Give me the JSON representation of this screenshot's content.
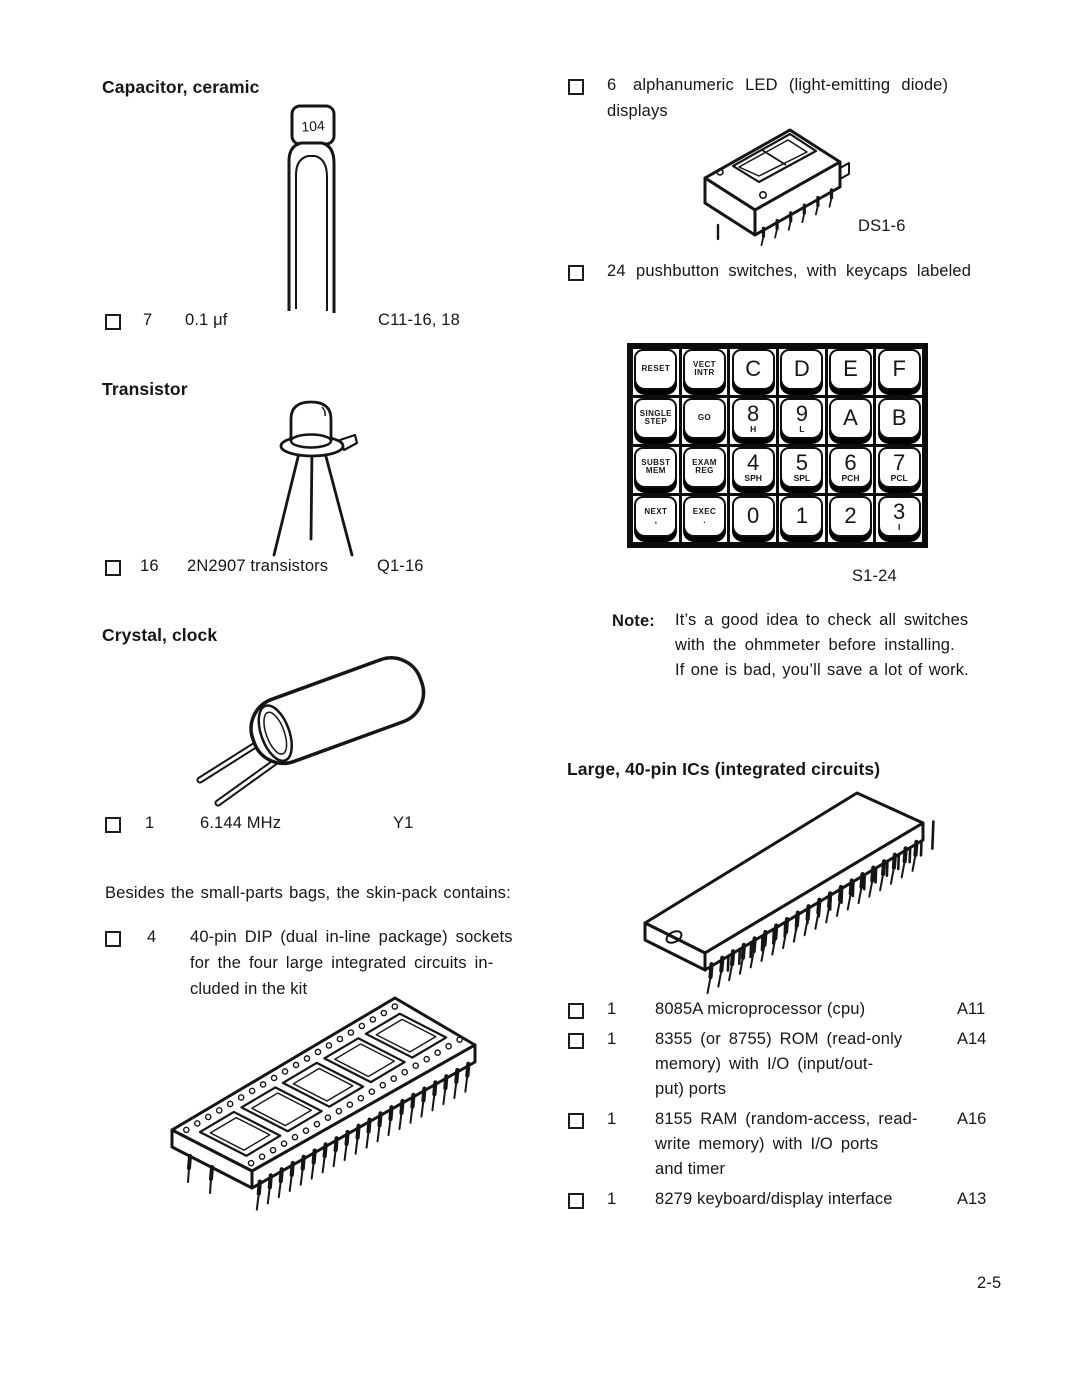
{
  "page_number": "2-5",
  "left_column": {
    "capacitor": {
      "heading": "Capacitor, ceramic",
      "marking": "104",
      "qty": "7",
      "desc": "0.1 μf",
      "ref": "C11-16, 18"
    },
    "transistor": {
      "heading": "Transistor",
      "qty": "16",
      "desc": "2N2907 transistors",
      "ref": "Q1-16"
    },
    "crystal": {
      "heading": "Crystal, clock",
      "qty": "1",
      "desc": "6.144 MHz",
      "ref": "Y1"
    },
    "skin_pack_intro": "Besides the small-parts bags, the skin-pack contains:",
    "dip_sockets": {
      "qty": "4",
      "lines": [
        "40-pin DIP (dual in-line package) sockets",
        "for the four large integrated circuits in-",
        "cluded in the kit"
      ]
    }
  },
  "right_column": {
    "led_displays": {
      "qty": "6",
      "lines": [
        "alphanumeric LED (light-emitting diode)",
        "displays"
      ],
      "ref_label": "DS1-6"
    },
    "pushbuttons": {
      "qty": "24",
      "desc": "pushbutton switches, with keycaps labeled",
      "ref_label": "S1-24"
    },
    "note": {
      "label": "Note:",
      "lines": [
        "It’s a good idea to check all switches",
        "with the ohmmeter before installing.",
        "If one is bad, you’ll save a lot of work."
      ]
    },
    "large_ics": {
      "heading": "Large, 40-pin ICs (integrated circuits)",
      "items": [
        {
          "qty": "1",
          "lines": [
            "8085A microprocessor (cpu)"
          ],
          "ref": "A11"
        },
        {
          "qty": "1",
          "lines": [
            "8355 (or 8755) ROM (read-only",
            "memory) with I/O (input/out-",
            "put) ports"
          ],
          "ref": "A14"
        },
        {
          "qty": "1",
          "lines": [
            "8155 RAM (random-access, read-",
            "write memory) with I/O ports",
            "and timer"
          ],
          "ref": "A16"
        },
        {
          "qty": "1",
          "lines": [
            "8279 keyboard/display interface"
          ],
          "ref": "A13"
        }
      ]
    }
  },
  "keypad": {
    "rows": [
      [
        {
          "small": [
            "RESET"
          ]
        },
        {
          "small": [
            "VECT",
            "INTR"
          ]
        },
        {
          "big": "C"
        },
        {
          "big": "D"
        },
        {
          "big": "E"
        },
        {
          "big": "F"
        }
      ],
      [
        {
          "small": [
            "SINGLE",
            "STEP"
          ]
        },
        {
          "small": [
            "GO"
          ]
        },
        {
          "big": "8",
          "sub": "H"
        },
        {
          "big": "9",
          "sub": "L"
        },
        {
          "big": "A"
        },
        {
          "big": "B"
        }
      ],
      [
        {
          "small": [
            "SUBST",
            "MEM"
          ]
        },
        {
          "small": [
            "EXAM",
            "REG"
          ]
        },
        {
          "big": "4",
          "sub": "SPH"
        },
        {
          "big": "5",
          "sub": "SPL"
        },
        {
          "big": "6",
          "sub": "PCH"
        },
        {
          "big": "7",
          "sub": "PCL"
        }
      ],
      [
        {
          "small": [
            "NEXT"
          ],
          "sub": ","
        },
        {
          "small": [
            "EXEC"
          ],
          "sub": "."
        },
        {
          "big": "0"
        },
        {
          "big": "1"
        },
        {
          "big": "2"
        },
        {
          "big": "3",
          "sub": "I"
        }
      ]
    ]
  }
}
